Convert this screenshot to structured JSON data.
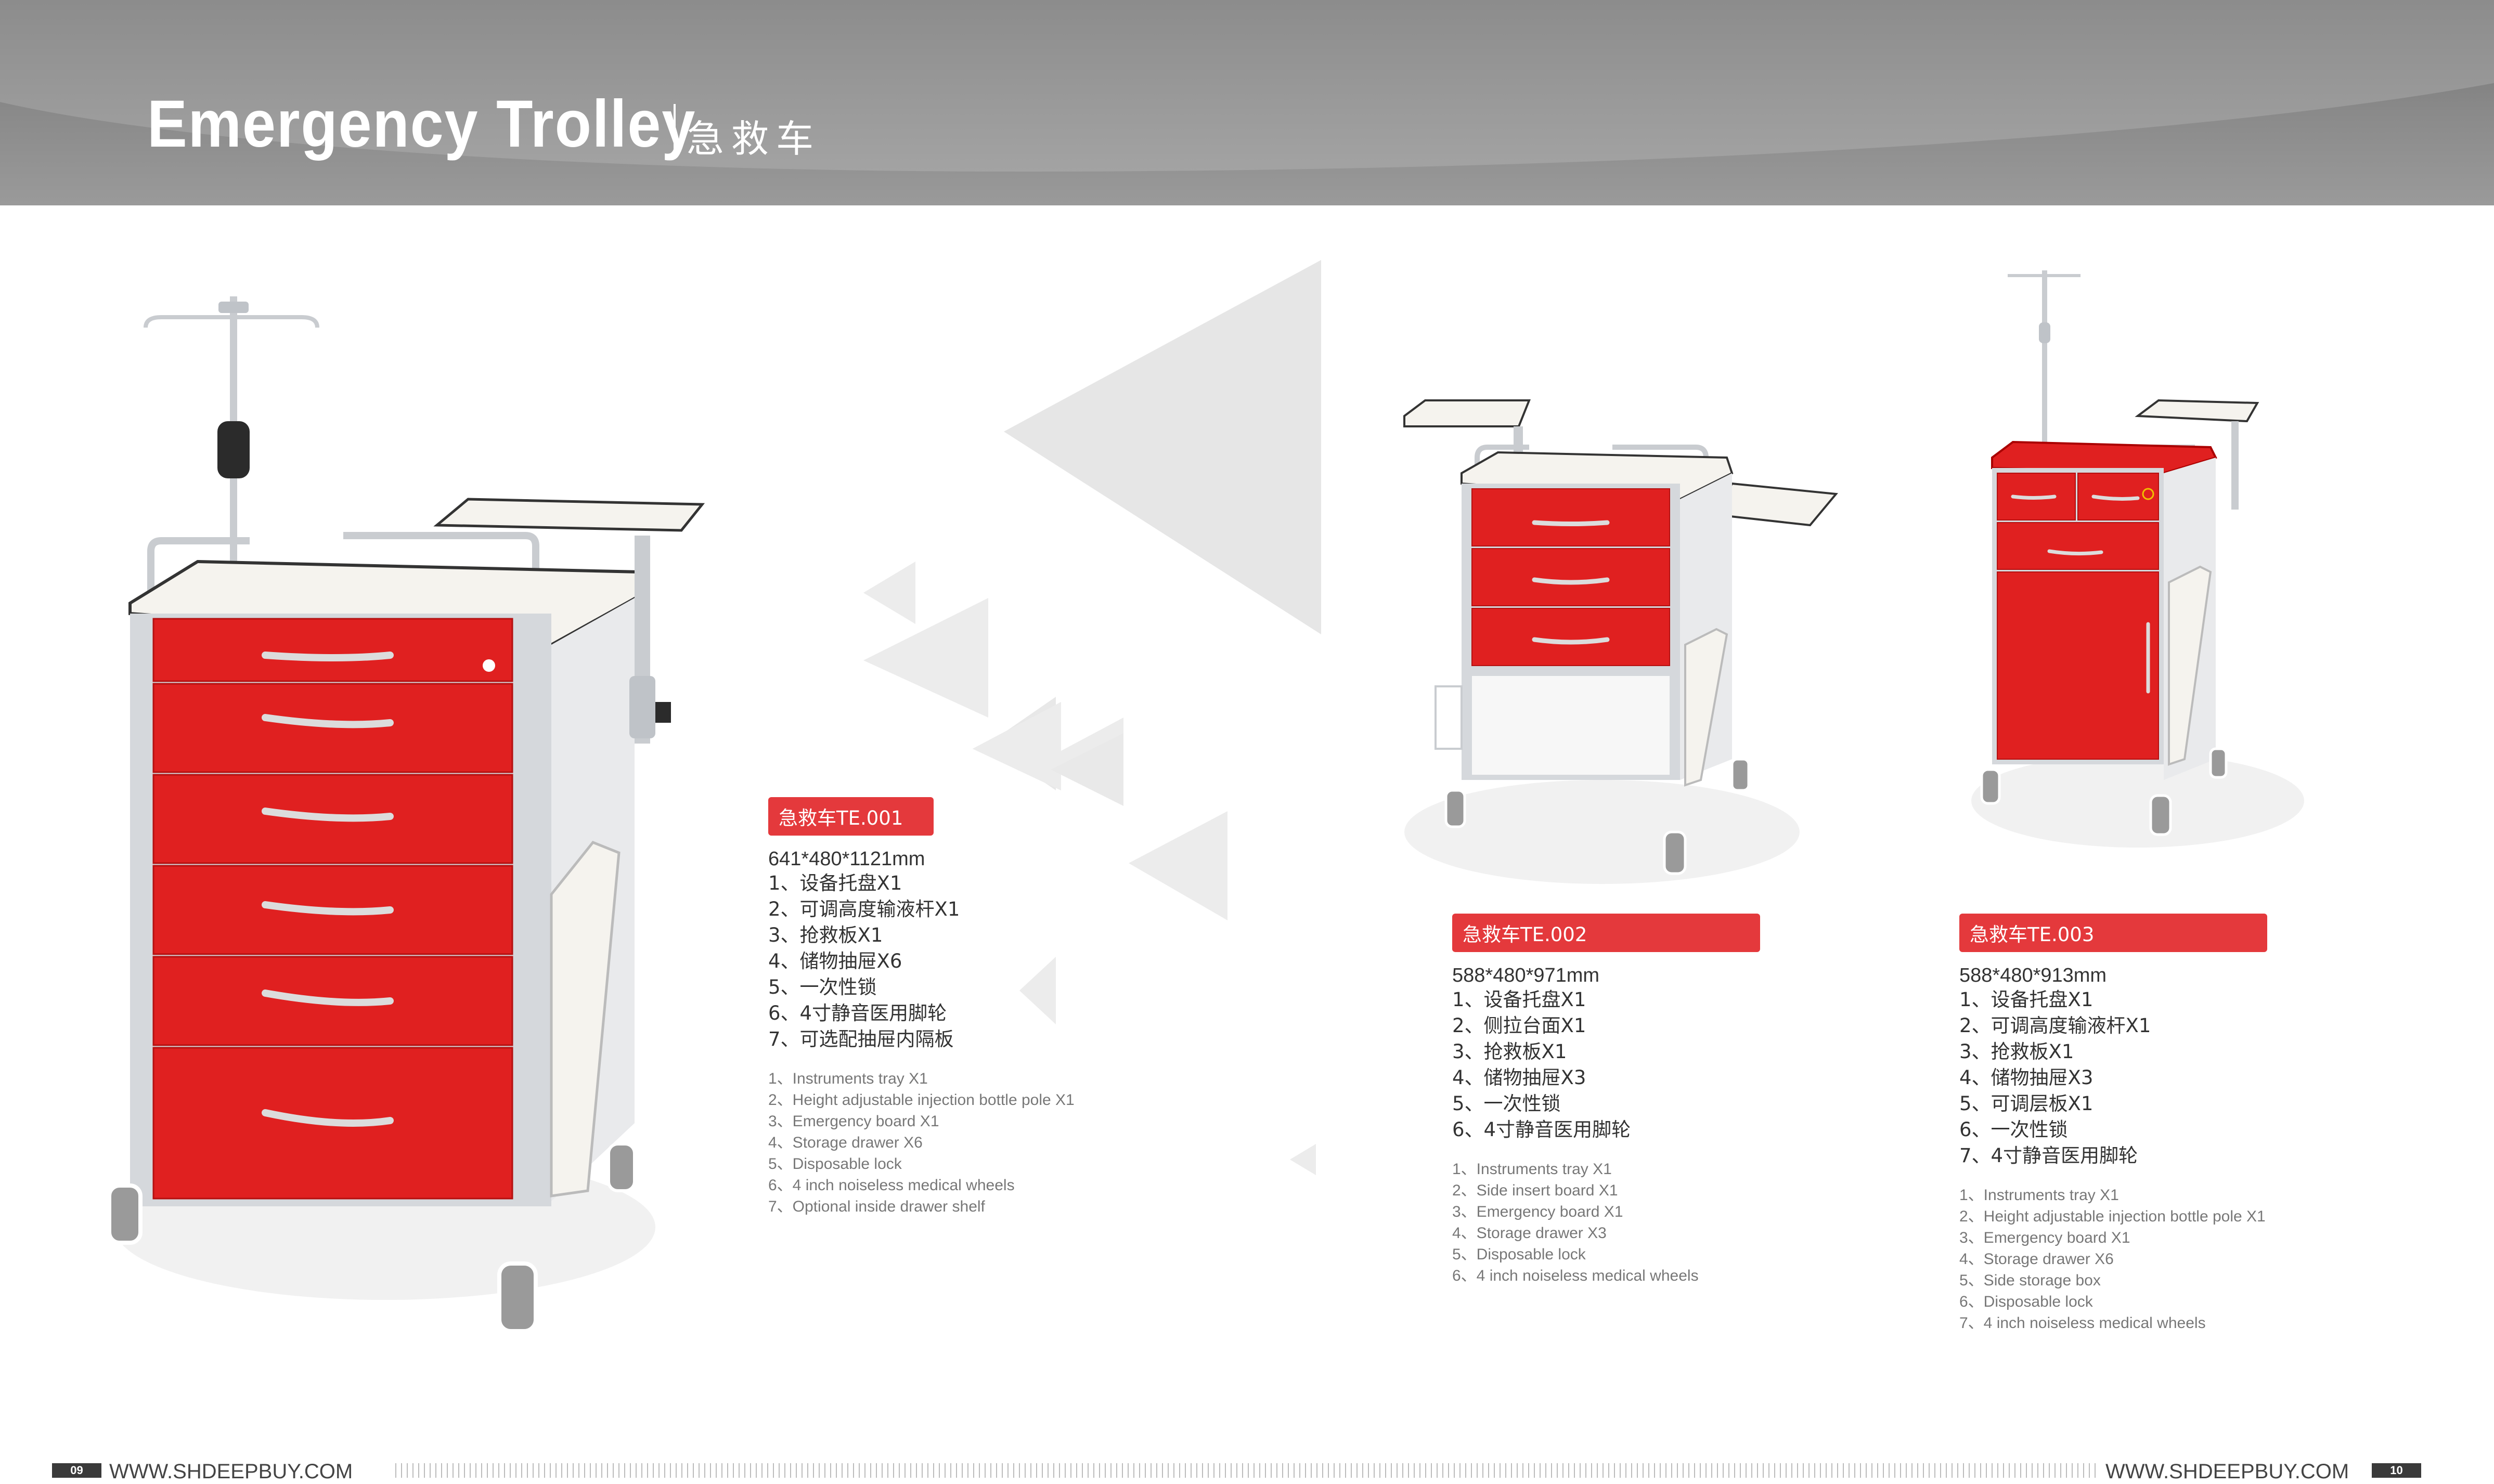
{
  "header": {
    "title": "Emergency Trolley",
    "title_cn": "急救车"
  },
  "products": [
    {
      "badge": "急救车TE.001",
      "dimensions": "641*480*1121mm",
      "features_cn": [
        "1、设备托盘X1",
        "2、可调高度输液杆X1",
        "3、抢救板X1",
        "4、储物抽屉X6",
        "5、一次性锁",
        "6、4寸静音医用脚轮",
        "7、可选配抽屉内隔板"
      ],
      "features_en": [
        "1、Instruments tray X1",
        "2、Height adjustable injection bottle pole X1",
        "3、Emergency board X1",
        "4、Storage drawer X6",
        "5、Disposable lock",
        "6、4 inch noiseless medical wheels",
        "7、Optional inside drawer shelf"
      ]
    },
    {
      "badge": "急救车TE.002",
      "dimensions": "588*480*971mm",
      "features_cn": [
        "1、设备托盘X1",
        "2、侧拉台面X1",
        "3、抢救板X1",
        "4、储物抽屉X3",
        "5、一次性锁",
        "6、4寸静音医用脚轮"
      ],
      "features_en": [
        "1、Instruments tray X1",
        "2、Side insert board X1",
        "3、Emergency board X1",
        "4、Storage drawer X3",
        "5、Disposable lock",
        "6、4 inch noiseless medical wheels"
      ]
    },
    {
      "badge": "急救车TE.003",
      "dimensions": "588*480*913mm",
      "features_cn": [
        "1、设备托盘X1",
        "2、可调高度输液杆X1",
        "3、抢救板X1",
        "4、储物抽屉X3",
        "5、可调层板X1",
        "6、一次性锁",
        "7、4寸静音医用脚轮"
      ],
      "features_en": [
        "1、Instruments tray X1",
        "2、Height adjustable injection bottle pole X1",
        "3、Emergency board X1",
        "4、Storage drawer X6",
        "5、Side storage box",
        "6、Disposable lock",
        "7、4 inch noiseless medical wheels"
      ]
    }
  ],
  "footer": {
    "page_left": "09",
    "page_right": "10",
    "url_left": "WWW.SHDEEPBUY.COM",
    "url_right": "WWW.SHDEEPBUY.COM"
  },
  "colors": {
    "accent": "#e4393c",
    "header_gray": "#8a8a8a",
    "drawer_red": "#e02020"
  }
}
